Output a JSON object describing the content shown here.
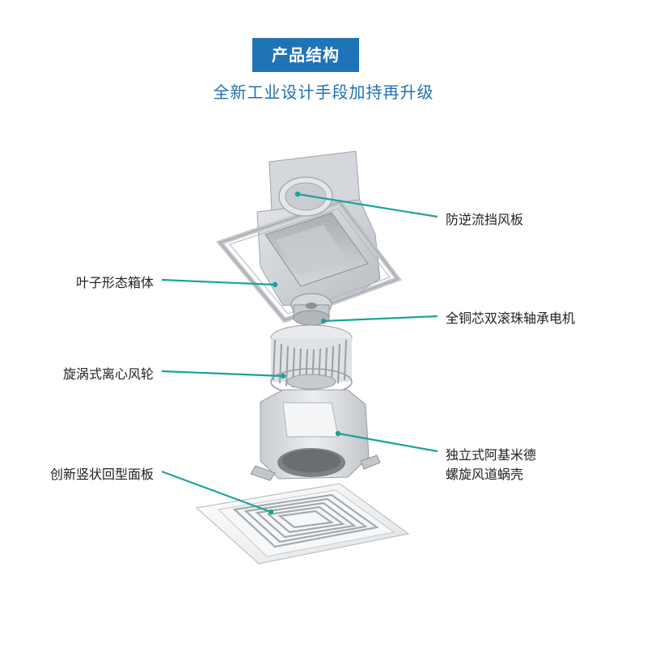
{
  "header": {
    "title": "产品结构",
    "subtitle": "全新工业设计手段加持再升级"
  },
  "colors": {
    "badge": "#1f73b7",
    "subtitle": "#1f6fb1",
    "callout_line": "#1aa39a"
  },
  "callouts": {
    "damper": "防逆流挡风板",
    "housing": "叶子形态箱体",
    "motor": "全铜芯双滚珠轴承电机",
    "wheel": "旋涡式离心风轮",
    "volute_line1": "独立式阿基米德",
    "volute_line2": "螺旋风道蜗壳",
    "panel": "创新竖状回型面板"
  }
}
